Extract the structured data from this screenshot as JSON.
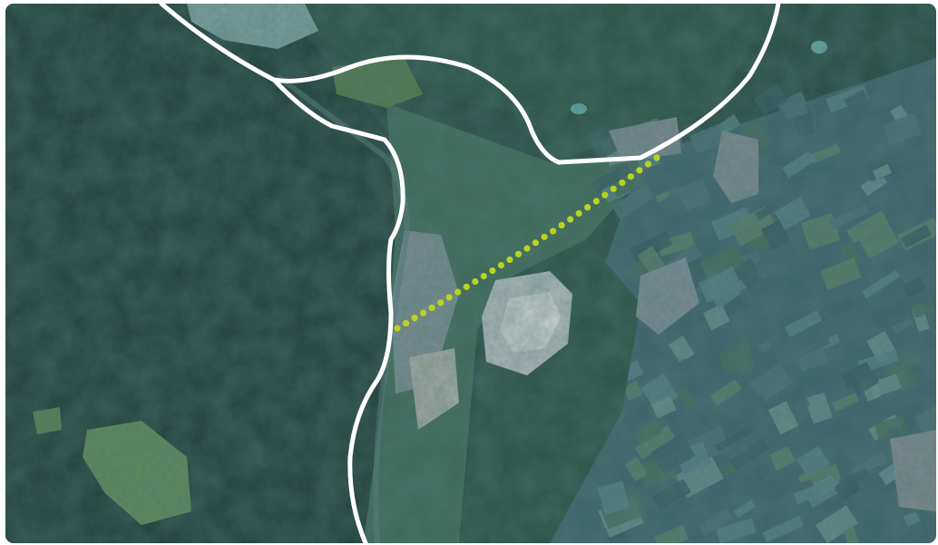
{
  "map": {
    "kind": "aerial-satellite",
    "labels": [],
    "colors": {
      "route_line": "#ffffff",
      "connection_dots": "#b9d323",
      "forest_dark": "#22443f",
      "forest_mid": "#2e5a4c",
      "meadow": "#5d8a57",
      "fields": "#4c6f7a",
      "urban": "#9aa6ae",
      "water": "#7fa9a8"
    },
    "icons": [
      "dotted-connection-path",
      "route-line"
    ]
  }
}
